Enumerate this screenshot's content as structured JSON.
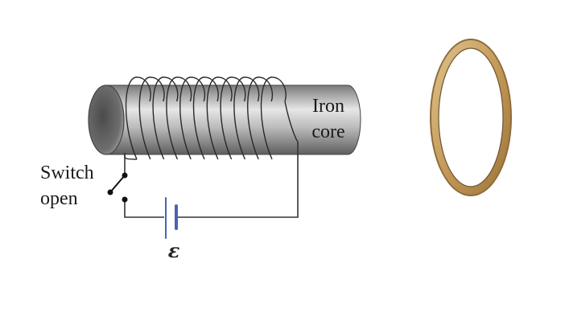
{
  "labels": {
    "core_line1": "Iron",
    "core_line2": "core",
    "switch_line1": "Switch",
    "switch_line2": "open",
    "emf_symbol": "ε"
  },
  "colors": {
    "core_dark": "#5b5b5b",
    "core_light": "#e2e2e2",
    "wire": "#333333",
    "battery": "#4a63b5",
    "ring_fill": "#c9a56a",
    "ring_edge": "#6e5532",
    "background": "#ffffff"
  },
  "coil": {
    "turns": 11
  },
  "icons": [
    "iron-core-cylinder",
    "solenoid-coil",
    "open-switch",
    "battery-symbol",
    "conducting-ring"
  ]
}
